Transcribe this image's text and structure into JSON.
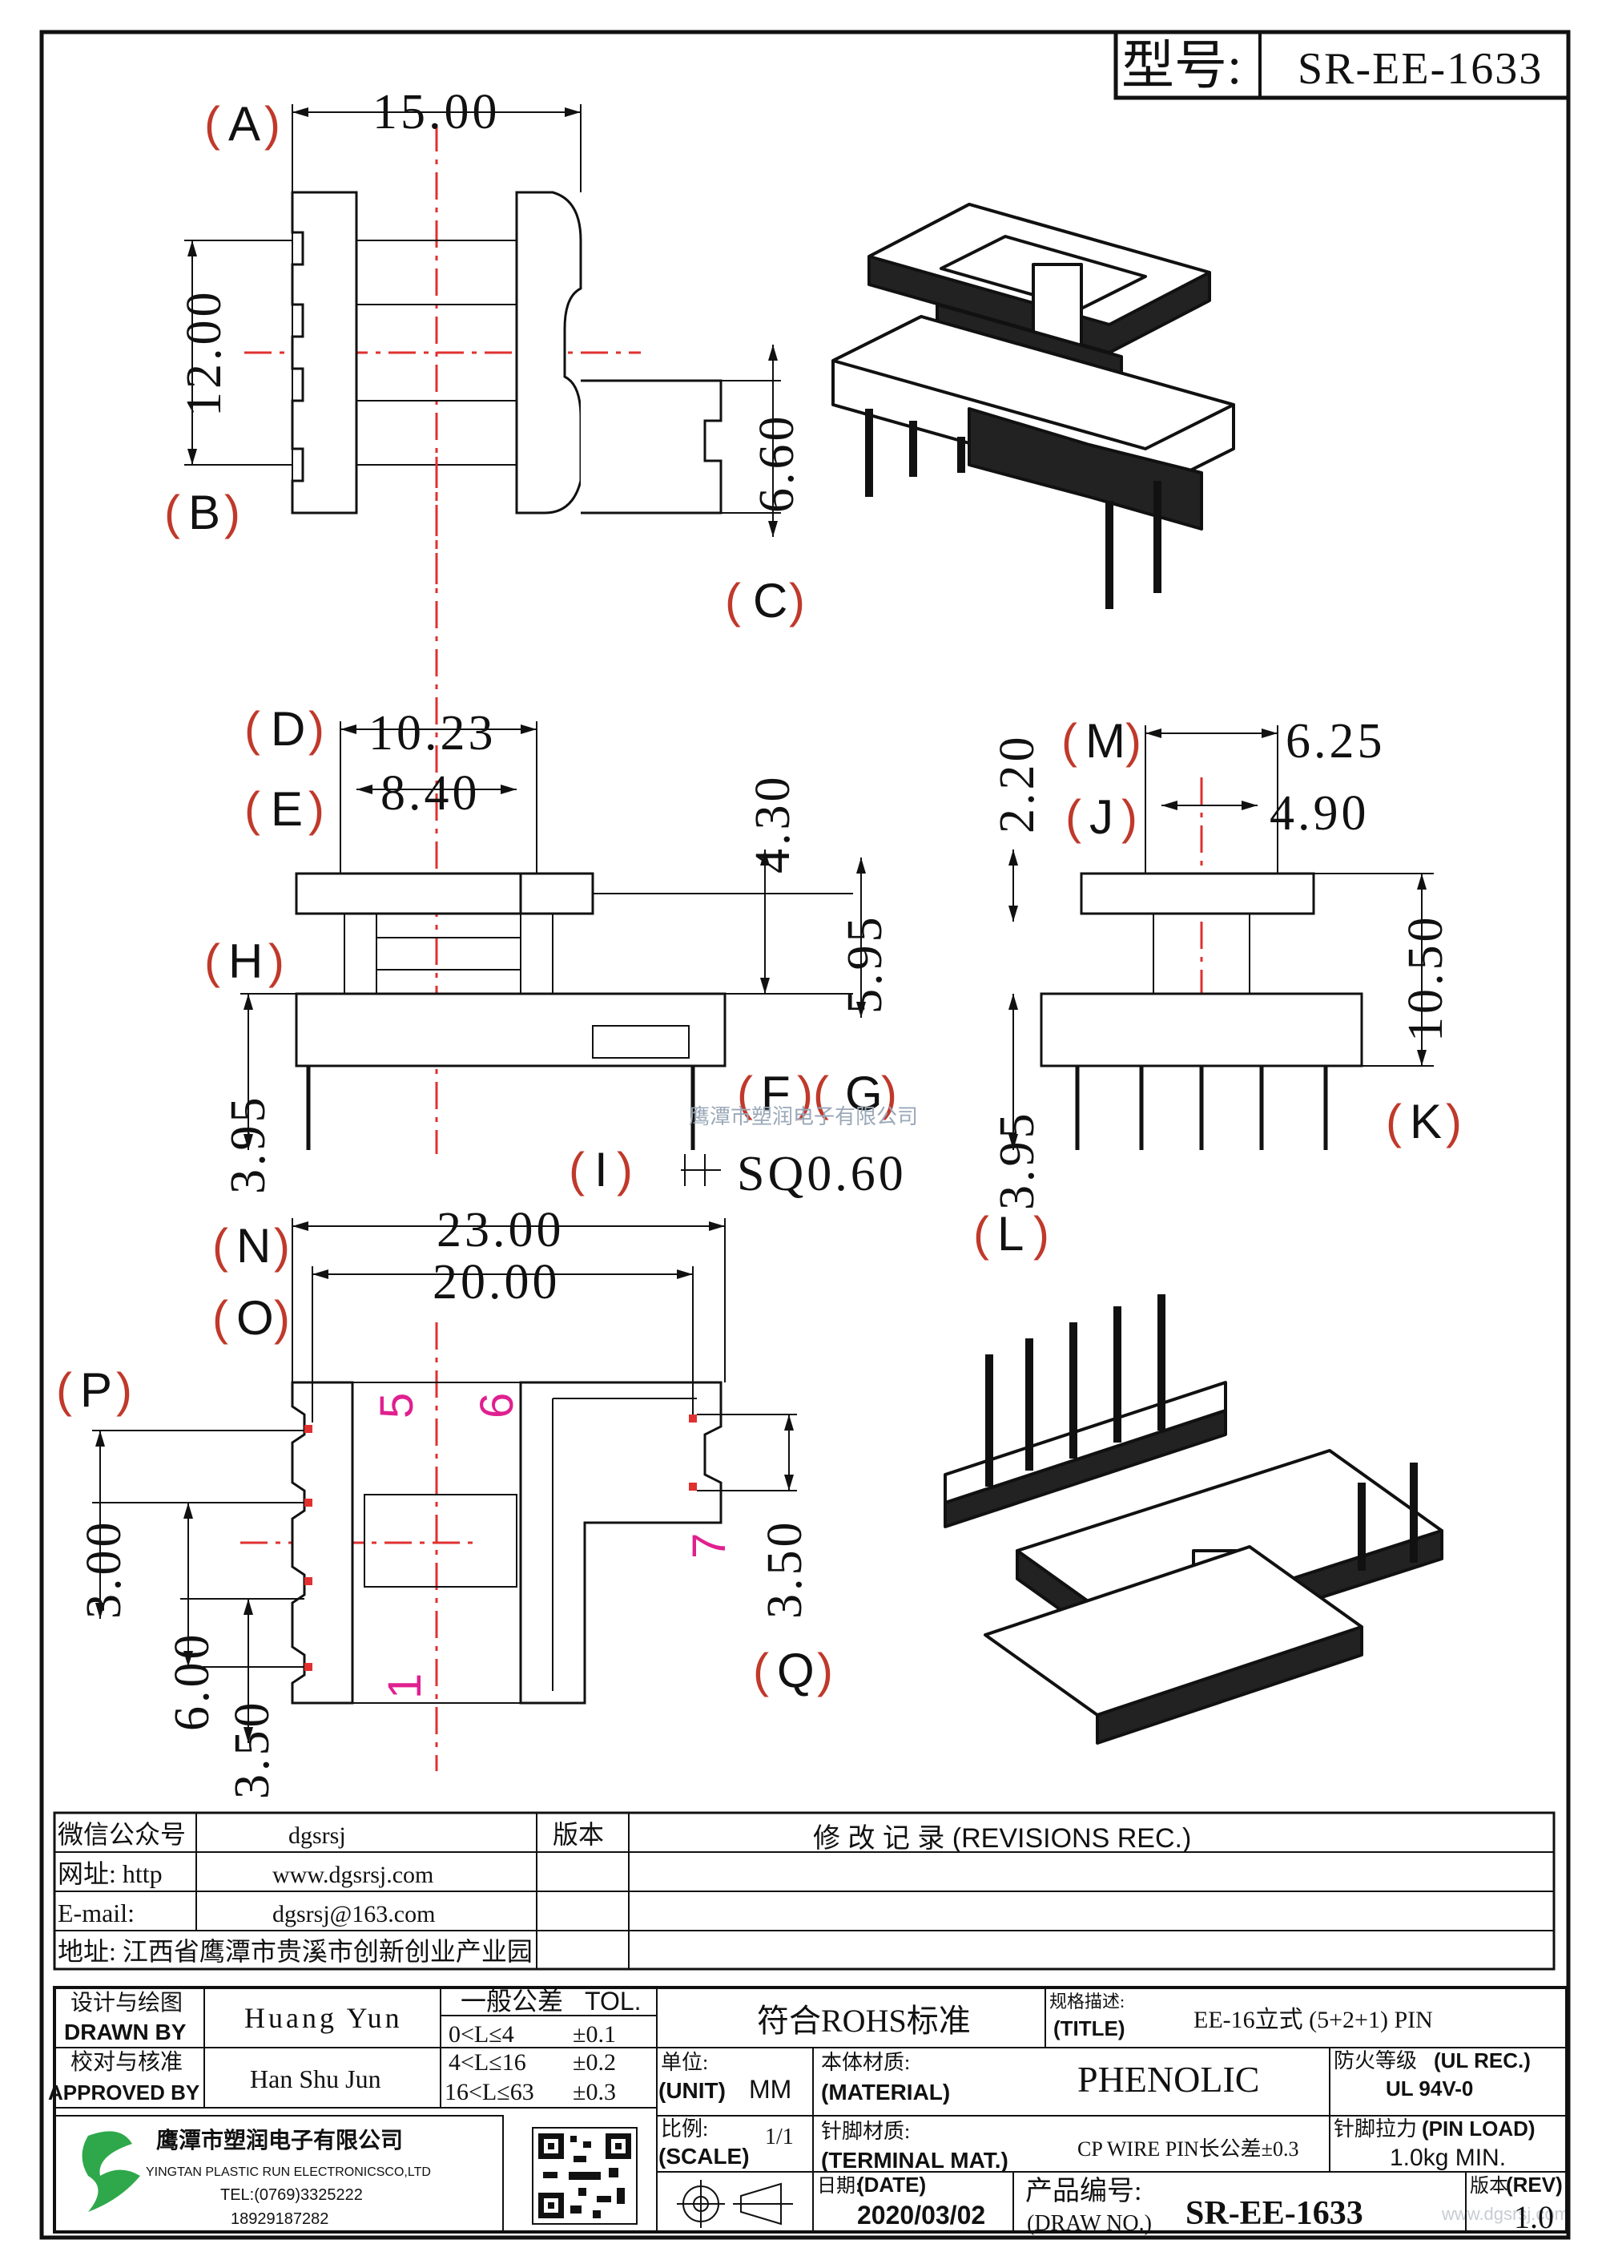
{
  "model": {
    "label": "型号:",
    "value": "SR-EE-1633"
  },
  "dimensions": {
    "top": {
      "w": "15.00",
      "h": "12.00",
      "pin_span": "6.60"
    },
    "front": {
      "d1": "10.23",
      "d2": "8.40",
      "d3": "4.30",
      "d4": "5.95",
      "d5": "3.95",
      "sq": "SQ0.60"
    },
    "side": {
      "d1": "6.25",
      "d2": "4.90",
      "d3": "2.20",
      "d4": "10.50",
      "d5": "3.95"
    },
    "bottom": {
      "w1": "23.00",
      "w2": "20.00",
      "p1": "3.00",
      "p2": "6.00",
      "p3": "3.50",
      "p4": "3.50"
    }
  },
  "labels": {
    "A": "A",
    "B": "B",
    "C": "C",
    "D": "D",
    "E": "E",
    "F": "F",
    "G": "G",
    "H": "H",
    "I": "I",
    "J": "J",
    "K": "K",
    "L": "L",
    "M": "M",
    "N": "N",
    "O": "O",
    "P": "P",
    "Q": "Q"
  },
  "pins": {
    "p5": "5",
    "p6": "6",
    "p7": "7",
    "p1": "1"
  },
  "watermark": "鹰潭市塑润电子有限公司",
  "watermark_url": "www.dgsrsj.com",
  "contact": {
    "wechat_label": "微信公众号",
    "wechat_value": "dgsrsj",
    "site_label": "网址: http",
    "site_value": "www.dgsrsj.com",
    "email_label": "E-mail:",
    "email_value": "dgsrsj@163.com",
    "address": "地址: 江西省鹰潭市贵溪市创新创业产业园",
    "version_label": "版本",
    "revisions_label": "修 改 记 录  (REVISIONS REC.)"
  },
  "title_block": {
    "drawn_cn": "设计与绘图",
    "drawn_en": "DRAWN BY",
    "drawn_name": "Huang Yun",
    "approved_cn": "校对与核准",
    "approved_en": "APPROVED BY",
    "approved_name": "Han Shu Jun",
    "tol_title_cn": "一般公差",
    "tol_title_en": "TOL.",
    "tol_rows": [
      {
        "range": "0<L≤4",
        "tol": "±0.1"
      },
      {
        "range": "4<L≤16",
        "tol": "±0.2"
      },
      {
        "range": "16<L≤63",
        "tol": "±0.3"
      }
    ],
    "rohs": "符合ROHS标准",
    "spec_cn": "规格描述:",
    "spec_en": "(TITLE)",
    "spec_value": "EE-16立式 (5+2+1) PIN",
    "unit_cn": "单位:",
    "unit_en": "(UNIT)",
    "unit_value": "MM",
    "material_cn": "本体材质:",
    "material_en": "(MATERIAL)",
    "material_value": "PHENOLIC",
    "fire_cn": "防火等级",
    "fire_en": "(UL REC.)",
    "fire_value": "UL 94V-0",
    "scale_cn": "比例:",
    "scale_en": "(SCALE)",
    "scale_value": "1/1",
    "terminal_cn": "针脚材质:",
    "terminal_en": "(TERMINAL MAT.)",
    "terminal_value": "CP WIRE  PIN长公差±0.3",
    "pinload_cn": "针脚拉力",
    "pinload_en": "(PIN LOAD)",
    "pinload_value": "1.0kg MIN.",
    "date_cn": "日期:",
    "date_en": "(DATE)",
    "date_value": "2020/03/02",
    "drawno_cn": "产品编号:",
    "drawno_en": "(DRAW NO.)",
    "drawno_value": "SR-EE-1633",
    "rev_cn": "版本",
    "rev_en": "(REV)",
    "rev_value": "1.0",
    "company_cn": "鹰潭市塑润电子有限公司",
    "company_en": "YINGTAN PLASTIC RUN ELECTRONICSCO,LTD",
    "tel1": "TEL:(0769)3325222",
    "tel2": "18929187282"
  }
}
